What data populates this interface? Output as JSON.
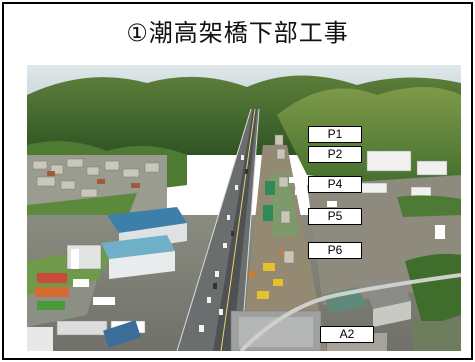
{
  "header": {
    "title": "①潮高架橋下部工事"
  },
  "labels": {
    "p1": "P1",
    "p2": "P2",
    "p4": "P4",
    "p5": "P5",
    "p6": "P6",
    "a2": "A2"
  },
  "colors": {
    "label_bg": "#ffffff",
    "label_border": "#000000",
    "frame_border": "#000000"
  }
}
